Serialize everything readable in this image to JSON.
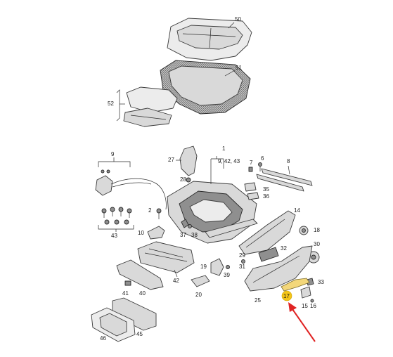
{
  "labels": {
    "p50": "50",
    "p51": "51",
    "p52": "52",
    "p1": "1",
    "p1sub": "9, 42, 43",
    "p9": "9",
    "p27": "27",
    "p6": "6",
    "p7": "7",
    "p8": "8",
    "p28": "28",
    "p35": "35",
    "p36": "36",
    "p43": "43",
    "p2": "2",
    "p10": "10",
    "p37": "37",
    "p38": "38",
    "p14": "14",
    "p18": "18",
    "p30": "30",
    "p32": "32",
    "p29": "29",
    "p31": "31",
    "p19": "19",
    "p42": "42",
    "p39": "39",
    "p40": "40",
    "p20": "20",
    "p33": "33",
    "p25": "25",
    "p17": "17",
    "p15": "15",
    "p16": "16",
    "p41": "41",
    "p45": "45",
    "p46": "46"
  },
  "colors": {
    "highlight": "#f5c518",
    "arrow": "#e02424"
  }
}
